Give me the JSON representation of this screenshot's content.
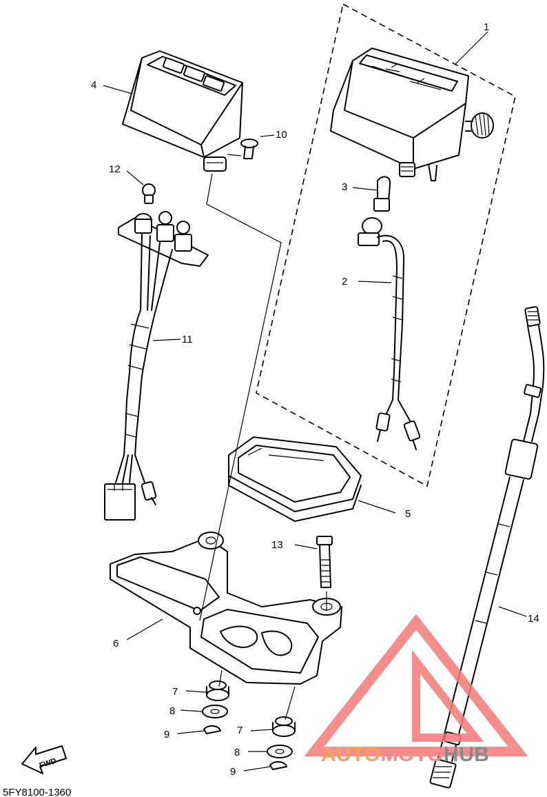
{
  "callouts": [
    "1",
    "2",
    "3",
    "4",
    "5",
    "6",
    "7",
    "8",
    "9",
    "10",
    "11",
    "12",
    "13",
    "14",
    "7",
    "8",
    "9"
  ],
  "fwd_label": "FWD",
  "diagram_code": "5FY8100-1360",
  "watermark": {
    "part1": "AUTO",
    "part2": "MOTO",
    "part3": "HUB",
    "color1": "#f5a15f",
    "color2": "#f28b8b",
    "color3": "#8a8a8a",
    "logo_color": "#f47a7a"
  }
}
